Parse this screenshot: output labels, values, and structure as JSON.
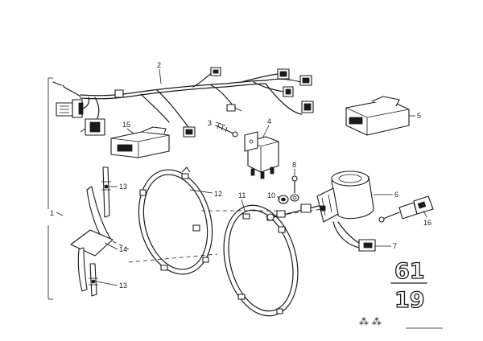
{
  "diagram": {
    "callouts": {
      "c1": "1",
      "c2": "2",
      "c3": "3",
      "c4": "4",
      "c5": "5",
      "c6": "6",
      "c7": "7",
      "c8": "8",
      "c10": "10",
      "c11": "11",
      "c12": "12",
      "c13a": "13",
      "c13b": "13",
      "c14": "14",
      "c15": "15",
      "c16": "16"
    },
    "group_top": "61",
    "group_bottom": "19",
    "footer_marks": "⁂ ⁂"
  }
}
